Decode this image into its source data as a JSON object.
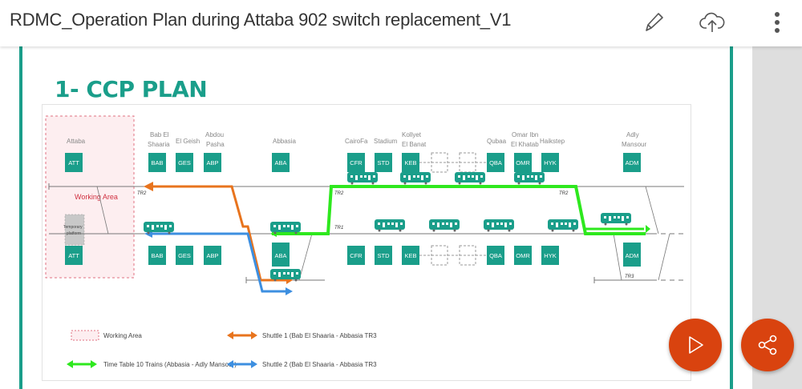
{
  "appbar": {
    "title": "RDMC_Operation Plan during Attaba 902 switch replacement_V1",
    "icons": [
      "edit-pencil-icon",
      "cloud-upload-icon",
      "more-vertical-icon"
    ]
  },
  "slide": {
    "title": "1- CCP PLAN",
    "stations_top": [
      {
        "name": "Attaba",
        "code": "ATT"
      },
      {
        "name": "Bab El Shaaria",
        "code": "BAB"
      },
      {
        "name": "El Geish",
        "code": "GES"
      },
      {
        "name": "Abdou Pasha",
        "code": "ABP"
      },
      {
        "name": "Abbasia",
        "code": "ABA"
      },
      {
        "name": "CairoFa",
        "code": "CFR"
      },
      {
        "name": "Stadium",
        "code": "STD"
      },
      {
        "name": "Kollyet El Banat",
        "code": "KEB"
      },
      {
        "name": "Qubaa",
        "code": "QBA"
      },
      {
        "name": "Omar Ibn El Khatab",
        "code": "OMR"
      },
      {
        "name": "Haikstep",
        "code": "HYK"
      },
      {
        "name": "Adly Mansour",
        "code": "ADM"
      }
    ],
    "track_labels": {
      "tr1": "TR1",
      "tr2": "TR2",
      "tr3": "TR3"
    },
    "working_area_label": "Working Area",
    "temporary_platform_label": "Temporary platform",
    "legend": [
      {
        "label": "Working Area",
        "type": "box"
      },
      {
        "label": "Shuttle 1 (Bab El Shaaria - Abbasia TR3",
        "type": "arrow",
        "color": "#e8741e"
      },
      {
        "label": "Time Table 10 Trains (Abbasia - Adly Mansour)",
        "type": "arrow",
        "color": "#2ee81e"
      },
      {
        "label": "Shuttle 2 (Bab El Shaaria - Abbasia TR3",
        "type": "arrow",
        "color": "#3d8fe0"
      }
    ]
  },
  "colors": {
    "teal": "#1a9e8a",
    "shuttle1": "#e8741e",
    "timetable": "#2ee81e",
    "shuttle2": "#3d8fe0",
    "fab": "#d9430f",
    "working_area": "#e07080"
  },
  "fabs": {
    "present": "play-icon",
    "share": "share-icon"
  }
}
